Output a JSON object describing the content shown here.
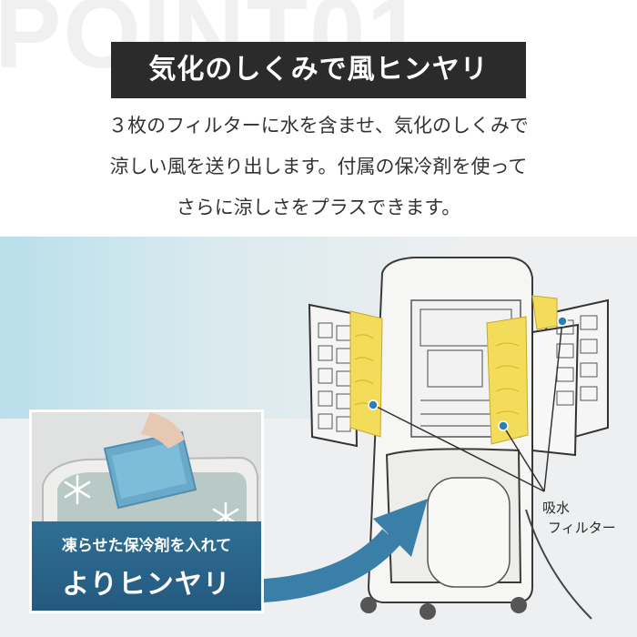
{
  "header": {
    "watermark": "POINT01",
    "title": "気化のしくみで風ヒンヤリ",
    "description_lines": [
      "３枚のフィルターに水を含ませ、気化のしくみで",
      "涼しい風を送り出します。付属の保冷剤を使って",
      "さらに涼しさをプラスできます。"
    ]
  },
  "illustration": {
    "filter_label_line1": "吸水",
    "filter_label_line2": "フィルター"
  },
  "inset": {
    "caption_line1": "凍らせた保冷剤を入れて",
    "caption_line2": "よりヒンヤリ"
  },
  "colors": {
    "title_bg": "#2b2b2b",
    "caption_bg": "#2f6f95",
    "filter_yellow": "#f3dc5a",
    "arrow_blue": "#3a7fa8"
  }
}
